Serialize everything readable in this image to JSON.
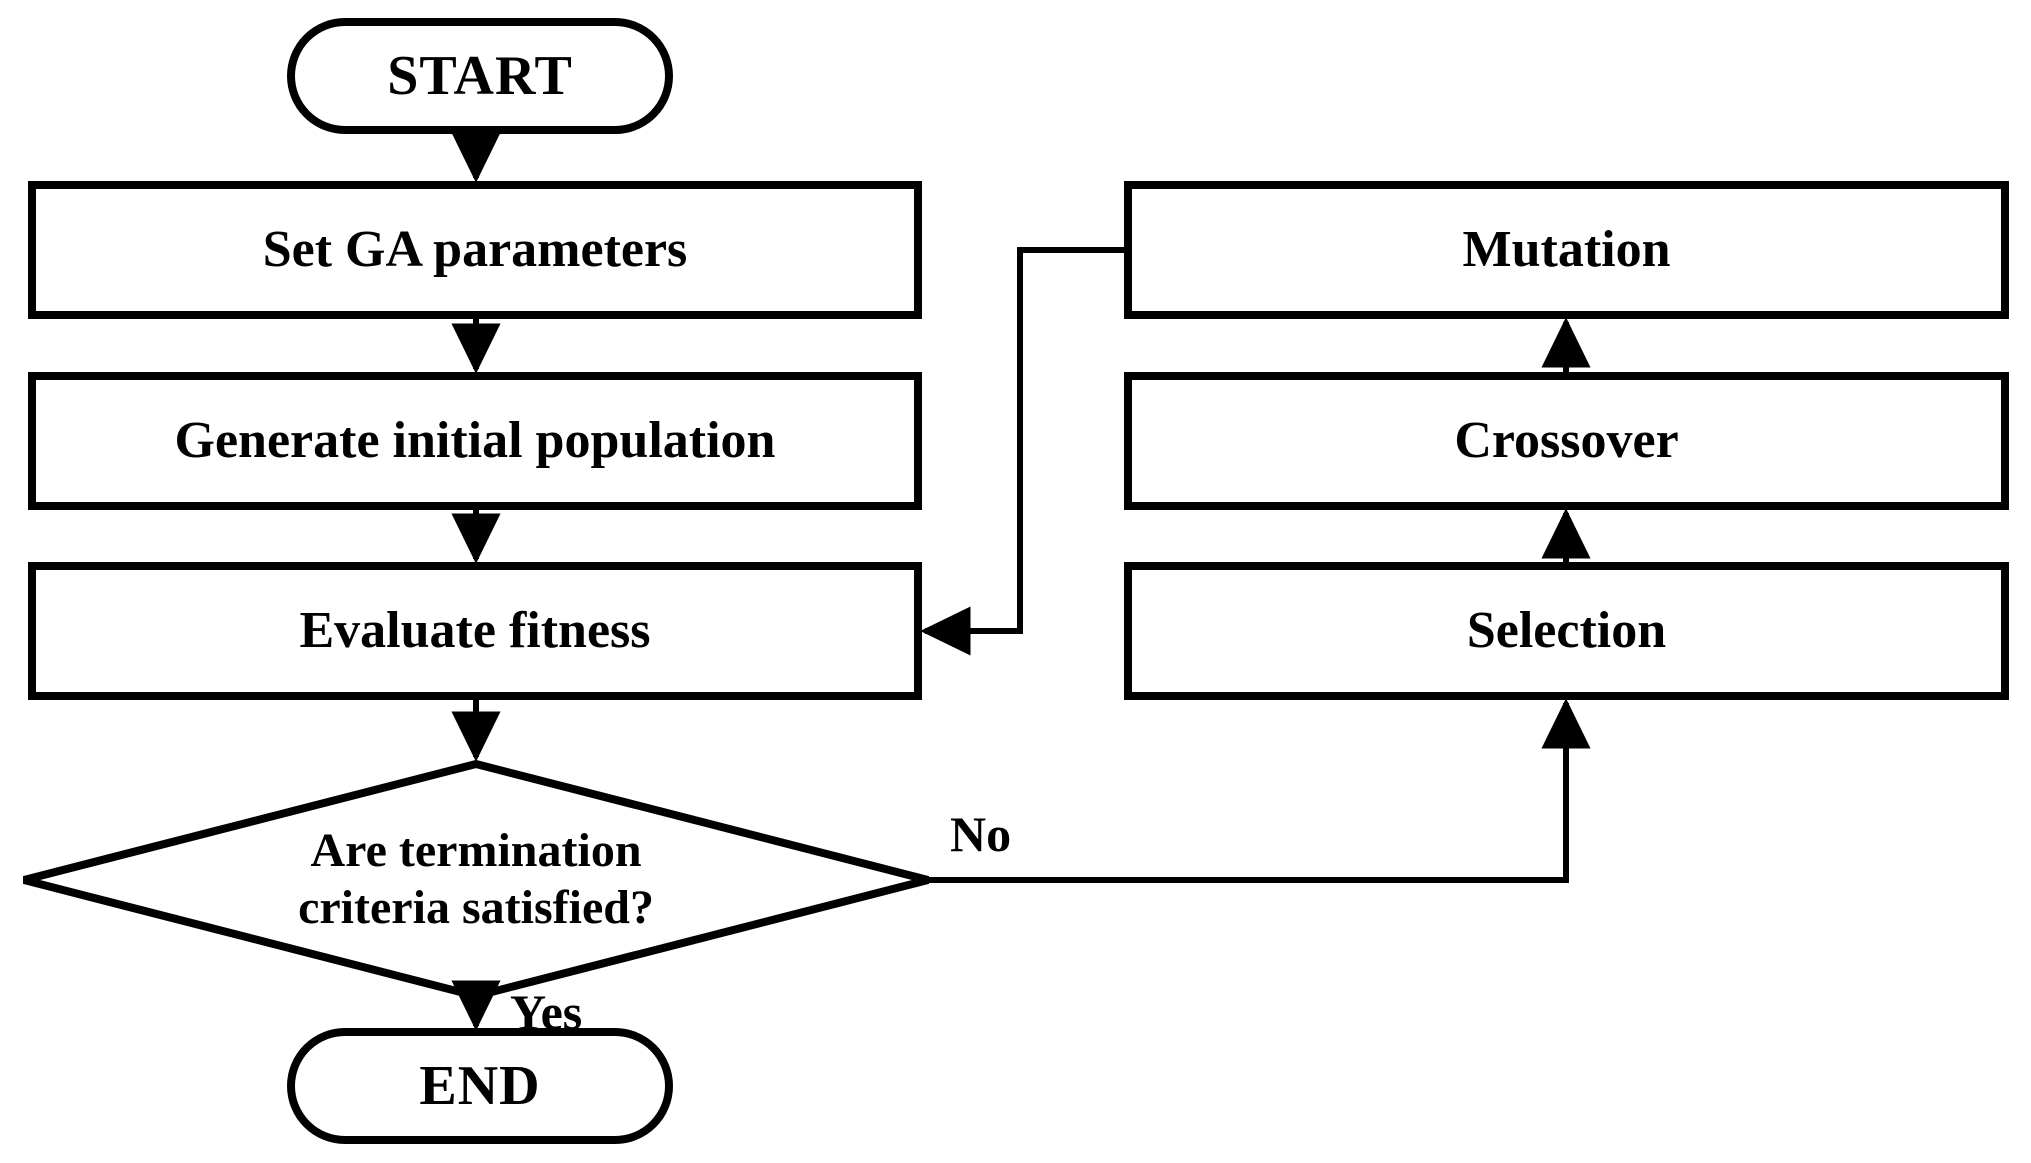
{
  "diagram": {
    "title": "Genetic Algorithm Flowchart",
    "type": "flowchart",
    "background_color": "#FFFFFF",
    "stroke_color": "#000000",
    "fill_color": "#FFFFFF"
  },
  "nodes": {
    "start": {
      "label": "START",
      "shape": "terminator"
    },
    "set_params": {
      "label": "Set GA parameters",
      "shape": "process"
    },
    "generate_population": {
      "label": "Generate initial population",
      "shape": "process"
    },
    "evaluate_fitness": {
      "label": "Evaluate fitness",
      "shape": "process"
    },
    "decision": {
      "label": "Are termination\ncriteria satisfied?",
      "shape": "decision"
    },
    "end": {
      "label": "END",
      "shape": "terminator"
    },
    "selection": {
      "label": "Selection",
      "shape": "process"
    },
    "crossover": {
      "label": "Crossover",
      "shape": "process"
    },
    "mutation": {
      "label": "Mutation",
      "shape": "process"
    }
  },
  "edge_labels": {
    "yes": "Yes",
    "no": "No"
  },
  "edges": [
    {
      "from": "start",
      "to": "set_params",
      "label": ""
    },
    {
      "from": "set_params",
      "to": "generate_population",
      "label": ""
    },
    {
      "from": "generate_population",
      "to": "evaluate_fitness",
      "label": ""
    },
    {
      "from": "evaluate_fitness",
      "to": "decision",
      "label": ""
    },
    {
      "from": "decision",
      "to": "end",
      "label": "Yes"
    },
    {
      "from": "decision",
      "to": "selection",
      "label": "No"
    },
    {
      "from": "selection",
      "to": "crossover",
      "label": ""
    },
    {
      "from": "crossover",
      "to": "mutation",
      "label": ""
    },
    {
      "from": "mutation",
      "to": "evaluate_fitness",
      "label": ""
    }
  ]
}
